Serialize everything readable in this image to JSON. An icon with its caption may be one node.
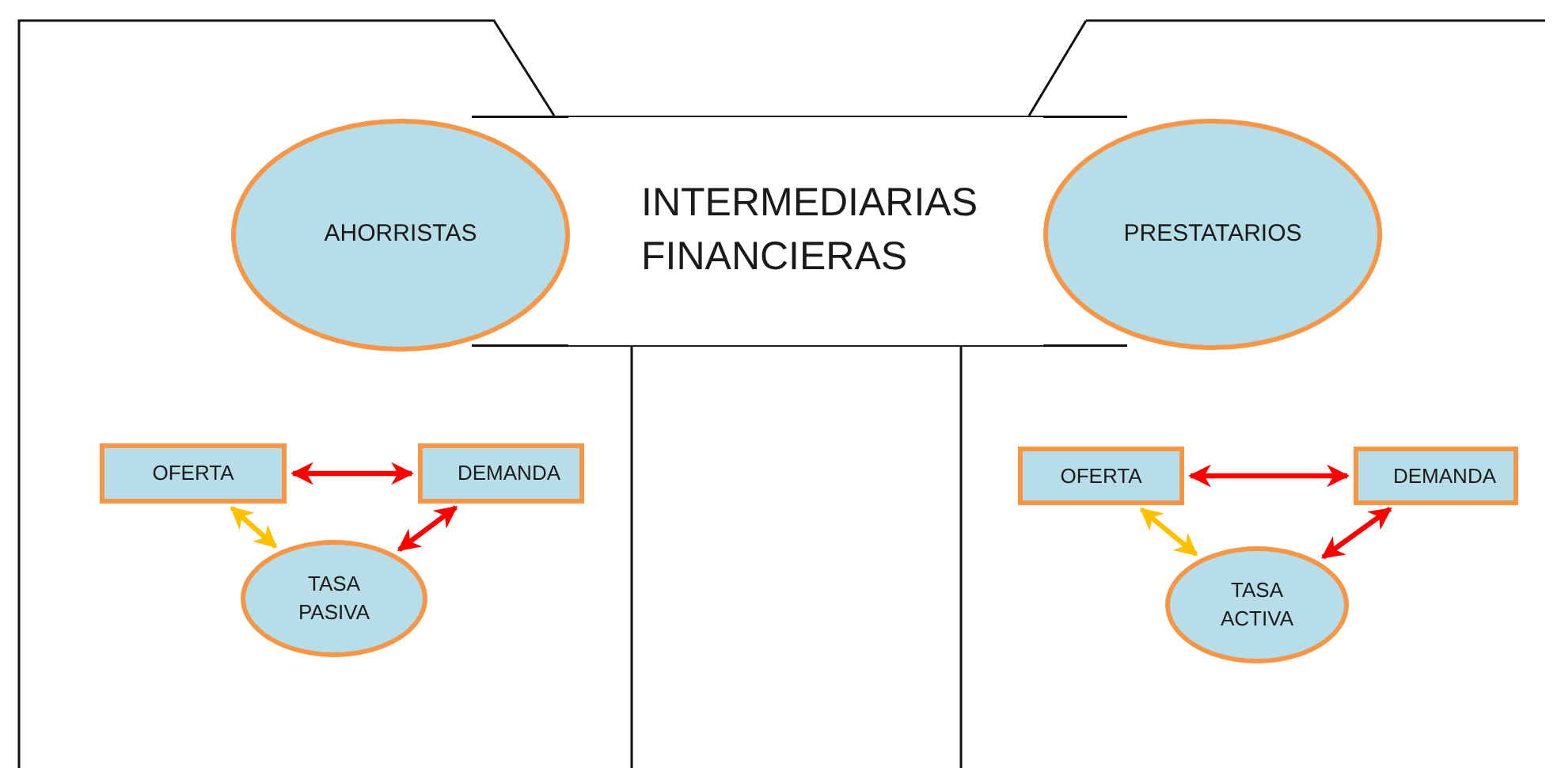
{
  "diagram": {
    "nodes": [
      {
        "text": [
          "INTERMEDIARIAS FINANCIERAS"
        ]
      },
      {
        "text": [
          "AHORRISTAS"
        ]
      },
      {
        "text": [
          "PRESTATARIOS"
        ]
      },
      {
        "text": [
          "OFERTA"
        ]
      },
      {
        "text": [
          "DEMANDA"
        ]
      },
      {
        "text": [
          "TASA PASIVA"
        ]
      },
      {
        "text": [
          "OFERTA"
        ]
      },
      {
        "text": [
          "DEMANDA"
        ]
      },
      {
        "text": [
          "TASA ACTIVA"
        ]
      }
    ],
    "edges": [
      {
        "from": 3,
        "to": 4,
        "arrow": "both"
      },
      {
        "from": 3,
        "to": 5,
        "arrow": "both",
        "color": "#ffc000"
      },
      {
        "from": 4,
        "to": 5,
        "arrow": "both"
      },
      {
        "from": 6,
        "to": 7,
        "arrow": "both"
      },
      {
        "from": 6,
        "to": 8,
        "arrow": "both",
        "color": "#ffc000"
      },
      {
        "from": 7,
        "to": 8,
        "arrow": "both"
      }
    ]
  }
}
